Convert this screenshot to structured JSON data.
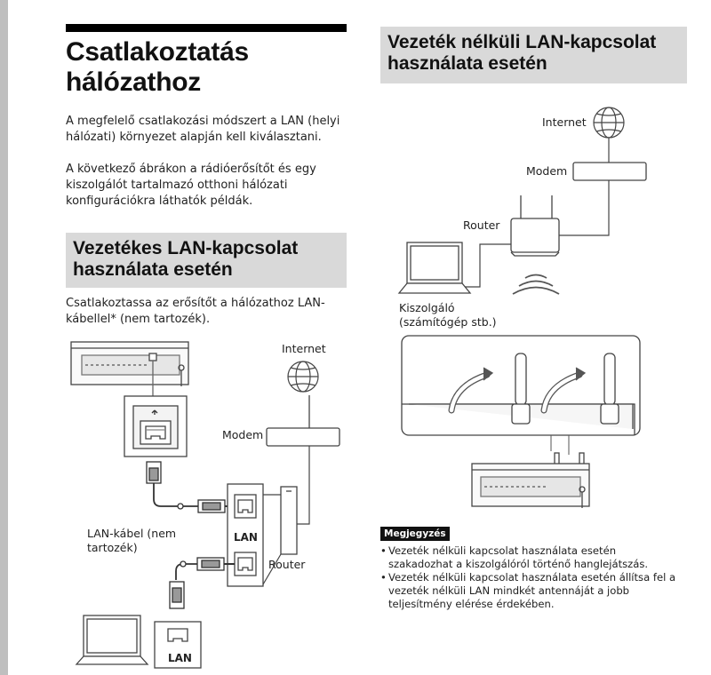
{
  "title": "Csatlakoztatás hálózathoz",
  "intro_p1": "A megfelelő csatlakozási módszert a LAN (helyi hálózati) környezet alapján kell kiválasztani.",
  "intro_p2": "A következő ábrákon a rádióerősítőt és egy kiszolgálót tartalmazó otthoni hálózati konfigurációkra láthatók példák.",
  "wired": {
    "heading": "Vezetékes LAN-kapcsolat használata esetén",
    "text": "Csatlakoztassa az erősítőt a hálózathoz LAN-kábellel* (nem tartozék).",
    "diagram": {
      "internet": "Internet",
      "modem": "Modem",
      "cable": "LAN-kábel (nem tartozék)",
      "lan": "LAN",
      "router": "Router",
      "lan_laptop": "LAN"
    }
  },
  "wireless": {
    "heading": "Vezeték nélküli LAN-kapcsolat használata esetén",
    "diagram": {
      "internet": "Internet",
      "modem": "Modem",
      "router": "Router",
      "server": "Kiszolgáló (számítógép stb.)"
    }
  },
  "note": {
    "badge": "Megjegyzés",
    "items": [
      "Vezeték nélküli kapcsolat használata esetén szakadozhat a kiszolgálóról történő hanglejátszás.",
      "Vezeték nélküli kapcsolat használata esetén állítsa fel a vezeték nélküli LAN mindkét antennáját a jobb teljesítmény elérése érdekében."
    ]
  }
}
